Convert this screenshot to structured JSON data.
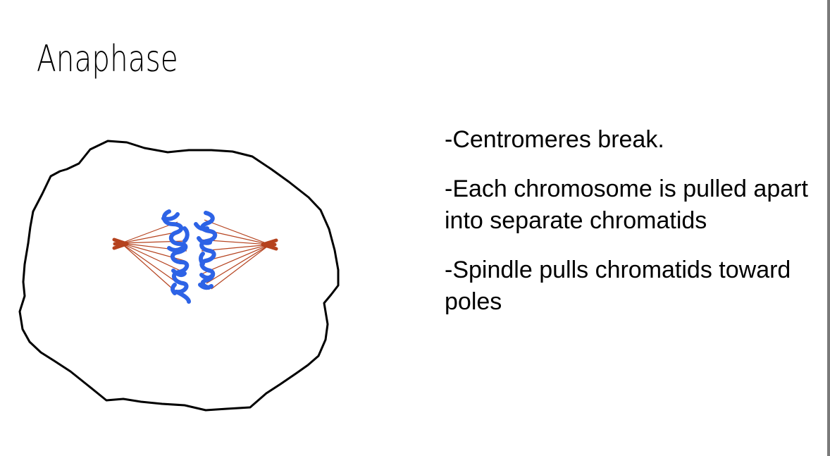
{
  "slide": {
    "title": "Anaphase",
    "bullets": [
      "-Centromeres break.",
      "-Each chromosome is pulled apart into separate chromatids",
      "-Spindle pulls chromatids toward poles"
    ]
  },
  "colors": {
    "cell_outline": "#000000",
    "spindle": "#b5421e",
    "chromosomes": "#2d63e6",
    "border": "#7a7a7a"
  }
}
